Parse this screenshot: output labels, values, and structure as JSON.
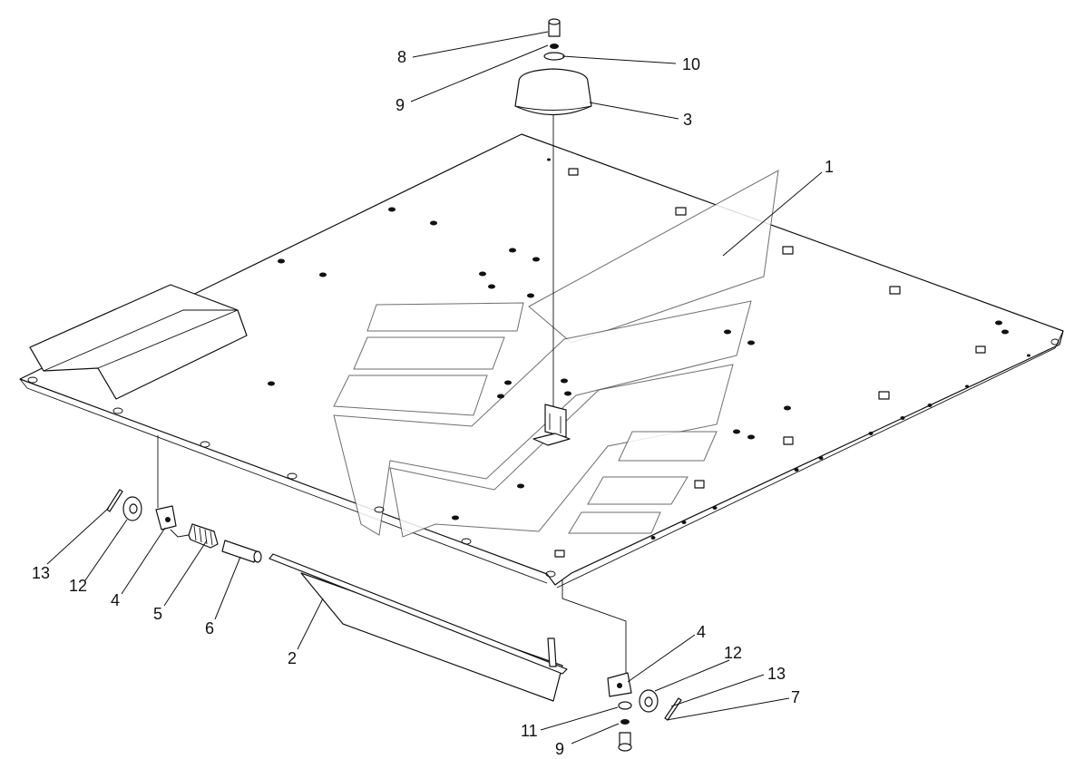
{
  "callouts": {
    "c1": "1",
    "c2": "2",
    "c3": "3",
    "c4a": "4",
    "c4b": "4",
    "c5": "5",
    "c6": "6",
    "c7": "7",
    "c8": "8",
    "c9a": "9",
    "c9b": "9",
    "c10": "10",
    "c11": "11",
    "c12a": "12",
    "c12b": "12",
    "c13a": "13",
    "c13b": "13"
  }
}
